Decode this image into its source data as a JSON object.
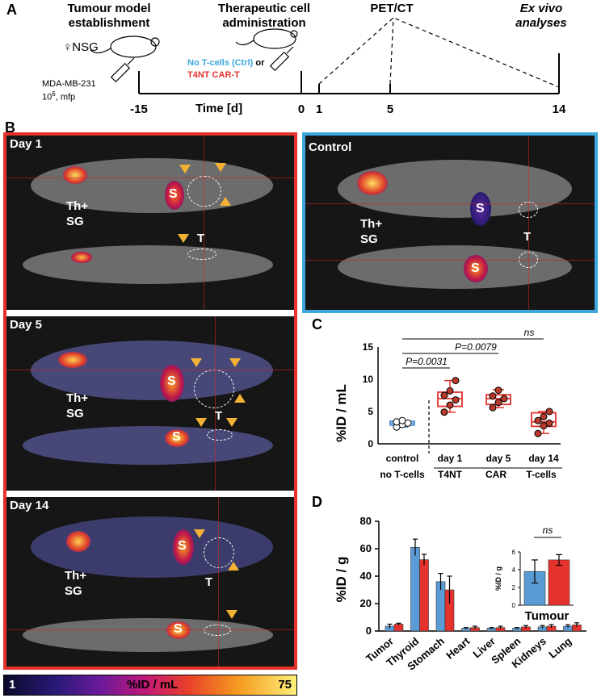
{
  "panel_a": {
    "letter": "A",
    "headers": [
      "Tumour model\nestablishment",
      "Therapeutic cell\nadministration",
      "PET/CT",
      "Ex vivo\nanalyses"
    ],
    "mouse_label": "♀NSG",
    "cell_line": "MDA-MB-231",
    "cell_dose": "10",
    "cell_dose_sup": "6",
    "cell_site": ", mfp",
    "ctrl_label": "No T-cells (Ctrl)",
    "or_label": "or",
    "car_label": "T4NT CAR-T",
    "time_label": "Time [d]",
    "ticks": [
      "-15",
      "0",
      "1",
      "5",
      "14"
    ]
  },
  "panel_b": {
    "letter": "B",
    "days": [
      "Day 1",
      "Day 5",
      "Day 14"
    ],
    "control": "Control",
    "th_sg": [
      "Th+",
      "SG"
    ],
    "t_label": "T",
    "s_label": "S",
    "colorbar": {
      "min": "1",
      "label": "%ID / mL",
      "max": "75"
    }
  },
  "panel_c": {
    "letter": "C",
    "ylabel": "%ID / mL",
    "yticks": [
      "0",
      "5",
      "10",
      "15"
    ],
    "categories": [
      "control",
      "day 1",
      "day 5",
      "day 14"
    ],
    "row2": [
      "no T-cells",
      "T4NT",
      "CAR",
      "T-cells"
    ],
    "stats": [
      "P=0.0031",
      "P=0.0079",
      "ns"
    ]
  },
  "panel_d": {
    "letter": "D",
    "ylabel": "%ID / g",
    "inset_label": "Tumour",
    "inset_ylabel": "%ID / g",
    "inset_stat": "ns"
  },
  "chart_data": [
    {
      "type": "box",
      "ylabel": "%ID / mL",
      "ylim": [
        0,
        15
      ],
      "categories": [
        "control",
        "day 1",
        "day 5",
        "day 14"
      ],
      "colors": {
        "control": "#4a90d9",
        "treated": "#e5322d"
      },
      "series": [
        {
          "name": "control",
          "points": [
            2.6,
            3.0,
            3.2,
            3.4,
            3.6
          ],
          "q1": 2.9,
          "median": 3.2,
          "q3": 3.5,
          "min": 2.6,
          "max": 3.6
        },
        {
          "name": "day 1",
          "points": [
            4.9,
            6.0,
            6.8,
            7.5,
            8.2,
            9.8
          ],
          "q1": 5.8,
          "median": 7.0,
          "q3": 8.0,
          "min": 4.9,
          "max": 9.8
        },
        {
          "name": "day 5",
          "points": [
            5.6,
            6.4,
            7.0,
            7.4,
            8.3
          ],
          "q1": 6.1,
          "median": 7.0,
          "q3": 7.6,
          "min": 5.6,
          "max": 8.4
        },
        {
          "name": "day 14",
          "points": [
            1.6,
            2.8,
            3.2,
            3.6,
            4.2,
            5.0
          ],
          "q1": 2.7,
          "median": 3.4,
          "q3": 4.8,
          "min": 1.6,
          "max": 5.0
        }
      ]
    },
    {
      "type": "bar",
      "ylabel": "%ID / g",
      "ylim": [
        0,
        80
      ],
      "yticks": [
        0,
        20,
        40,
        60,
        80
      ],
      "categories": [
        "Tumor",
        "Thyroid",
        "Stomach",
        "Heart",
        "Liver",
        "Spleen",
        "Kidneys",
        "Lung"
      ],
      "series": [
        {
          "color": "#5b9bd5",
          "values": [
            3.5,
            61,
            36,
            2.0,
            2.0,
            2.0,
            3.0,
            3.5
          ],
          "errors": [
            1.5,
            6,
            6,
            0.5,
            0.5,
            0.5,
            1.0,
            1.0
          ]
        },
        {
          "color": "#e5322d",
          "values": [
            5.0,
            52,
            30,
            2.5,
            2.5,
            3.0,
            3.5,
            4.5
          ],
          "errors": [
            0.7,
            4,
            10,
            1.0,
            1.0,
            1.0,
            1.2,
            1.5
          ]
        }
      ]
    },
    {
      "type": "bar",
      "ylabel": "%ID / g",
      "xlabel": "Tumour",
      "ylim": [
        0,
        6
      ],
      "yticks": [
        0,
        2,
        4,
        6
      ],
      "series": [
        {
          "color": "#5b9bd5",
          "values": [
            3.8
          ],
          "errors": [
            1.3
          ]
        },
        {
          "color": "#e5322d",
          "values": [
            5.1
          ],
          "errors": [
            0.6
          ]
        }
      ]
    }
  ]
}
